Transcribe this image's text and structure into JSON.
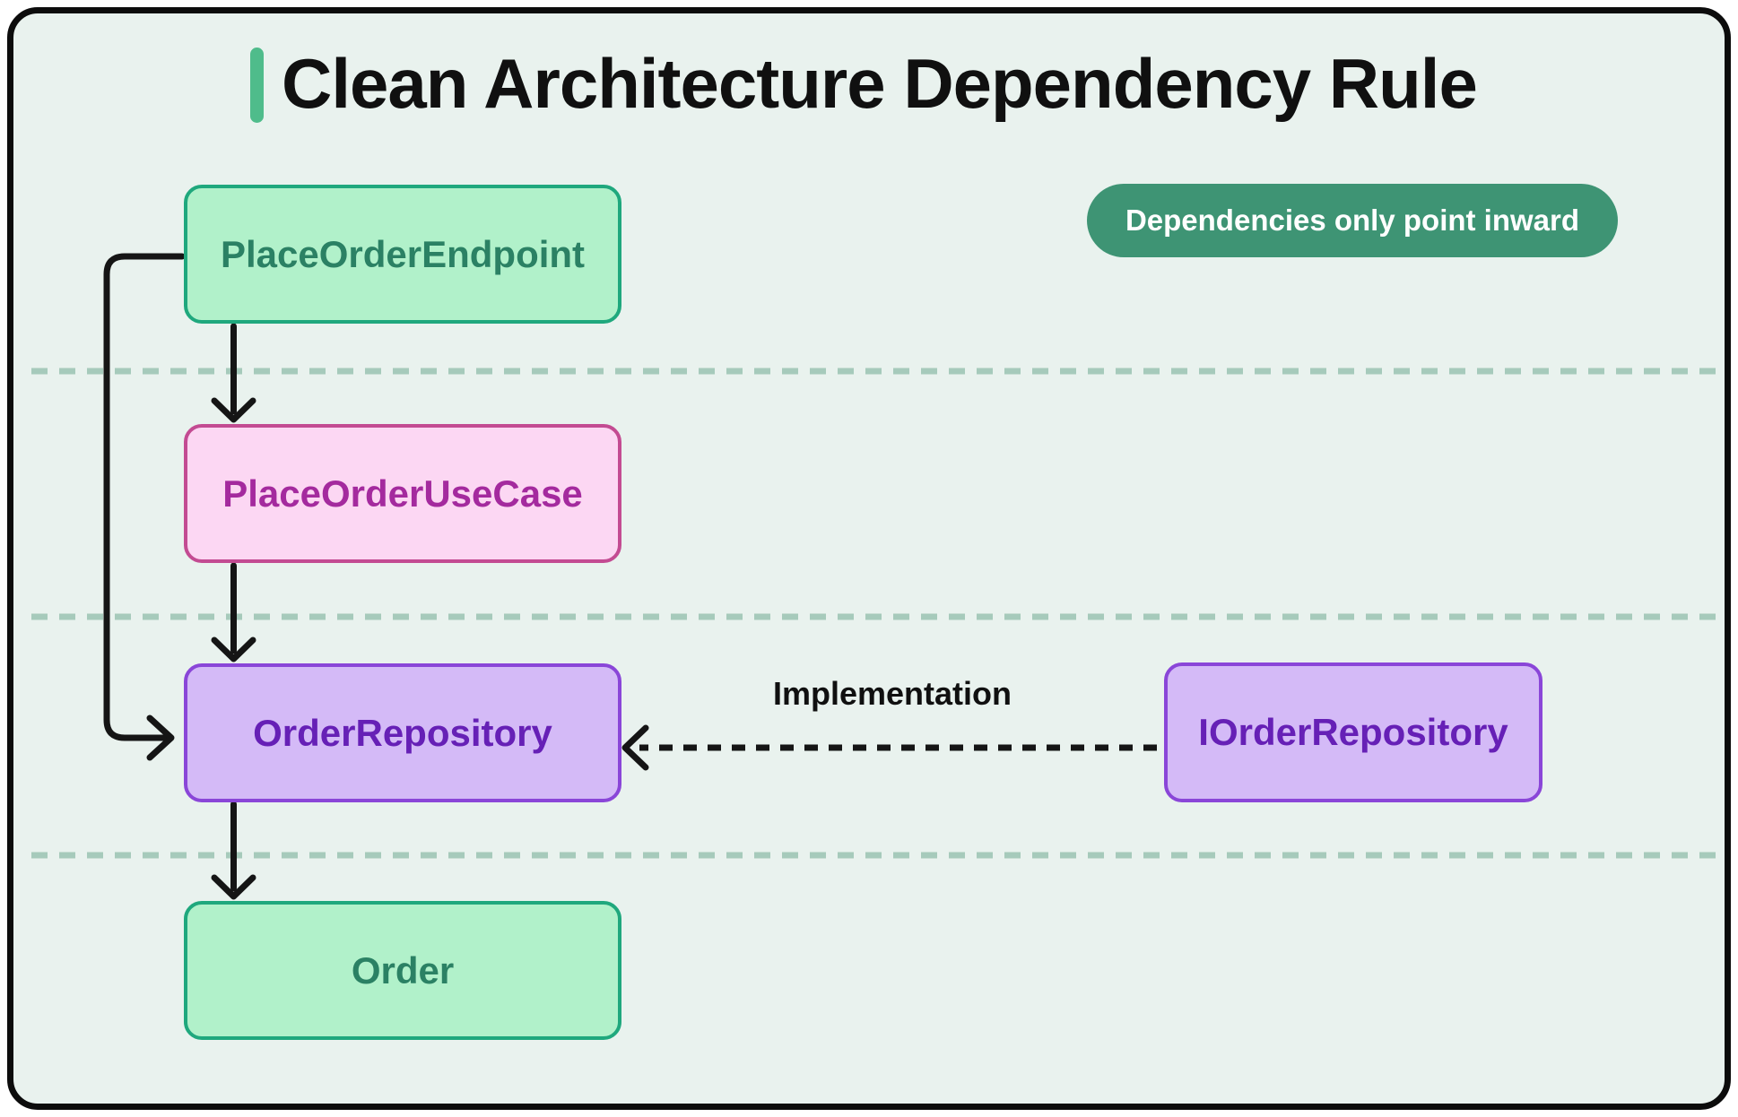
{
  "title": {
    "text": "Clean Architecture Dependency Rule"
  },
  "badge": {
    "text": "Dependencies only point inward"
  },
  "nodes": {
    "endpoint": {
      "label": "PlaceOrderEndpoint"
    },
    "usecase": {
      "label": "PlaceOrderUseCase"
    },
    "repository": {
      "label": "OrderRepository"
    },
    "order": {
      "label": "Order"
    },
    "iorder": {
      "label": "IOrderRepository"
    }
  },
  "edges": {
    "implementation_label": "Implementation"
  },
  "colors": {
    "bg": "#e9f2ee",
    "card-border": "#0c0c0c",
    "accent": "#4fbc8b",
    "ink": "#101010",
    "badge-bg": "#3e9474",
    "badge-text": "#ffffff",
    "green-fill": "#b1f1ca",
    "green-border": "#1fa87d",
    "green-text": "#2b8164",
    "pink-fill": "#fcd7f3",
    "pink-border": "#c34b92",
    "pink-text": "#a42a9e",
    "purple-fill": "#d4baf7",
    "purple-border": "#8a46d8",
    "purple-text": "#6620b6",
    "separator": "#a6cabb",
    "line": "#151515"
  }
}
